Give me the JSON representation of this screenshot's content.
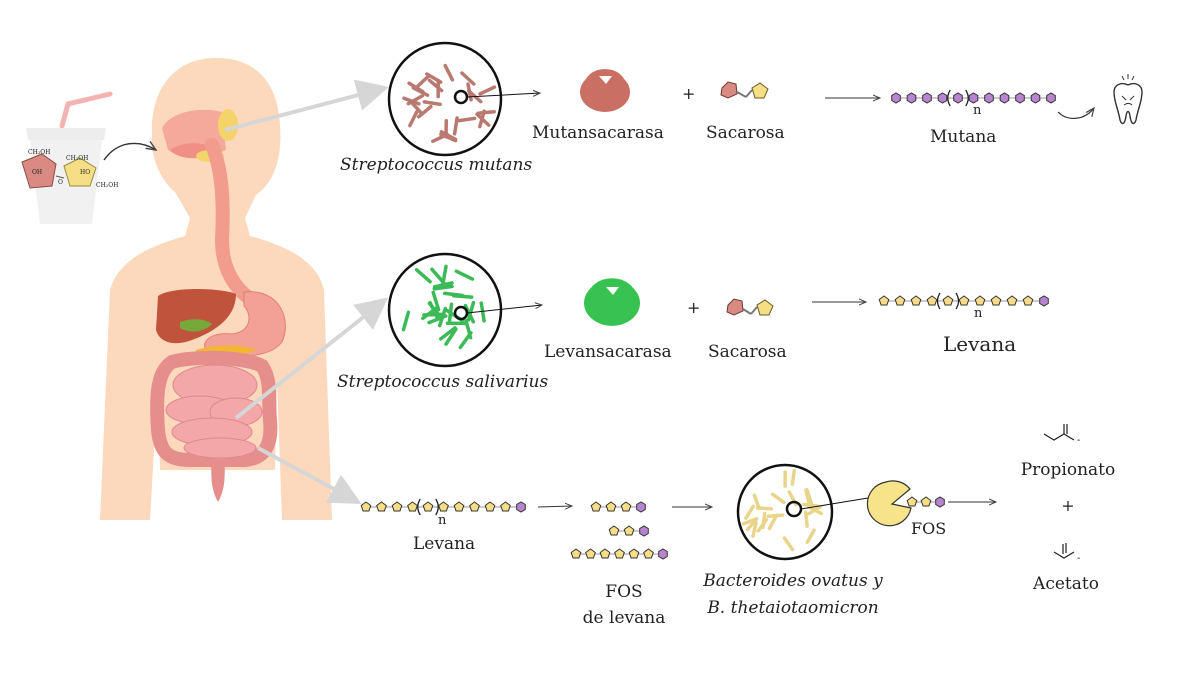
{
  "colors": {
    "skin": "#fcd9bd",
    "liver": "#c0533c",
    "intestine": "#f09aa0",
    "mutans_enzyme": "#c96f64",
    "levan_enzyme": "#37c252",
    "glucose": "#d98a82",
    "fructose": "#f5de86",
    "chain_bead": "#b785d0",
    "bacteria_mutans": "#b97970",
    "bacteria_salivarius": "#3cba58",
    "bacteria_bacteroides": "#e9d58a"
  },
  "row1": {
    "bacterium": "Streptococcus mutans",
    "enzyme": "Mutansacarasa",
    "plus": "+",
    "substrate": "Sacarosa",
    "product": "Mutana",
    "repeat_subscript": "n"
  },
  "row2": {
    "bacterium": "Streptococcus salivarius",
    "enzyme": "Levansacarasa",
    "plus": "+",
    "substrate": "Sacarosa",
    "product": "Levana",
    "repeat_subscript": "n"
  },
  "row3": {
    "levan_label": "Levana",
    "repeat_subscript": "n",
    "fos_line1": "FOS",
    "fos_line2": "de levana",
    "bacteria_line1": "Bacteroides ovatus y",
    "bacteria_line2": "B. thetaiotaomicron",
    "fos_small": "FOS",
    "propionate": "Propionato",
    "plus": "+",
    "acetate": "Acetato",
    "minus": "-"
  },
  "drink": {
    "ch2oh_1": "CH₂OH",
    "ch2oh_2": "CH₂OH",
    "ch2oh_3": "CH₂OH",
    "oh": "OH",
    "ho": "HO",
    "o": "O"
  }
}
